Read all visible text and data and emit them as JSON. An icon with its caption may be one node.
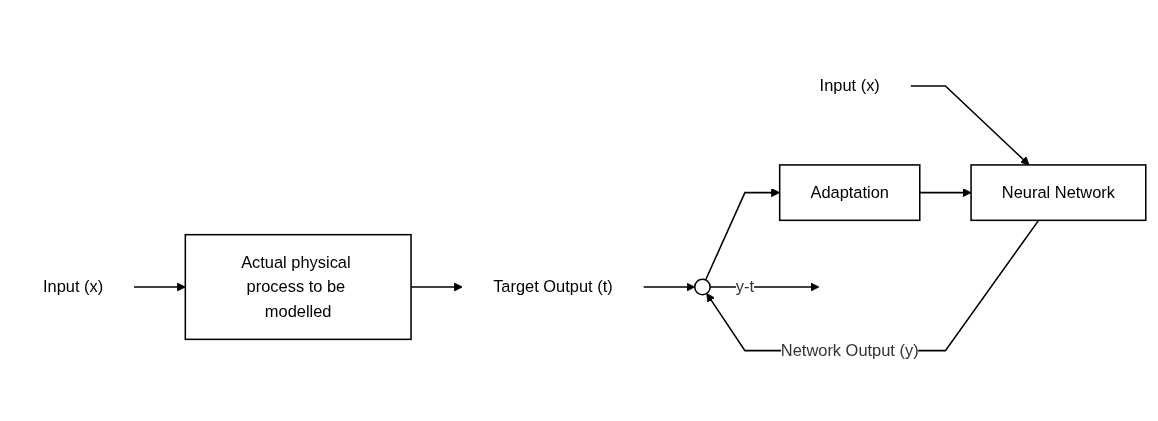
{
  "diagram": {
    "nodes": [
      {
        "text": [
          "Input (x)"
        ]
      },
      {
        "text": [
          "Actual physical process to be modelled"
        ]
      },
      {
        "text": [
          "Target Output (t)"
        ]
      },
      {
        "text": [
          "Input (x)"
        ]
      },
      {
        "text": [
          "Neural Network"
        ]
      },
      {
        "text": [],
        "shape": "circle"
      },
      {
        "text": [
          "Adaptation"
        ]
      }
    ],
    "edges": [
      {
        "from": 0,
        "to": 1,
        "arrow": "to"
      },
      {
        "from": 1,
        "to": 2,
        "arrow": "to"
      },
      {
        "from": 2,
        "to": 5,
        "arrow": "to"
      },
      {
        "from": 3,
        "to": 4,
        "arrow": "to"
      },
      {
        "from": 4,
        "to": 5,
        "arrow": "to",
        "label": "Network Output (y)"
      },
      {
        "from": 5,
        "to": null,
        "arrow": "to",
        "label": "y-t"
      },
      {
        "from": 5,
        "to": 6,
        "arrow": "to"
      },
      {
        "from": 6,
        "to": 4,
        "arrow": "to"
      }
    ]
  }
}
